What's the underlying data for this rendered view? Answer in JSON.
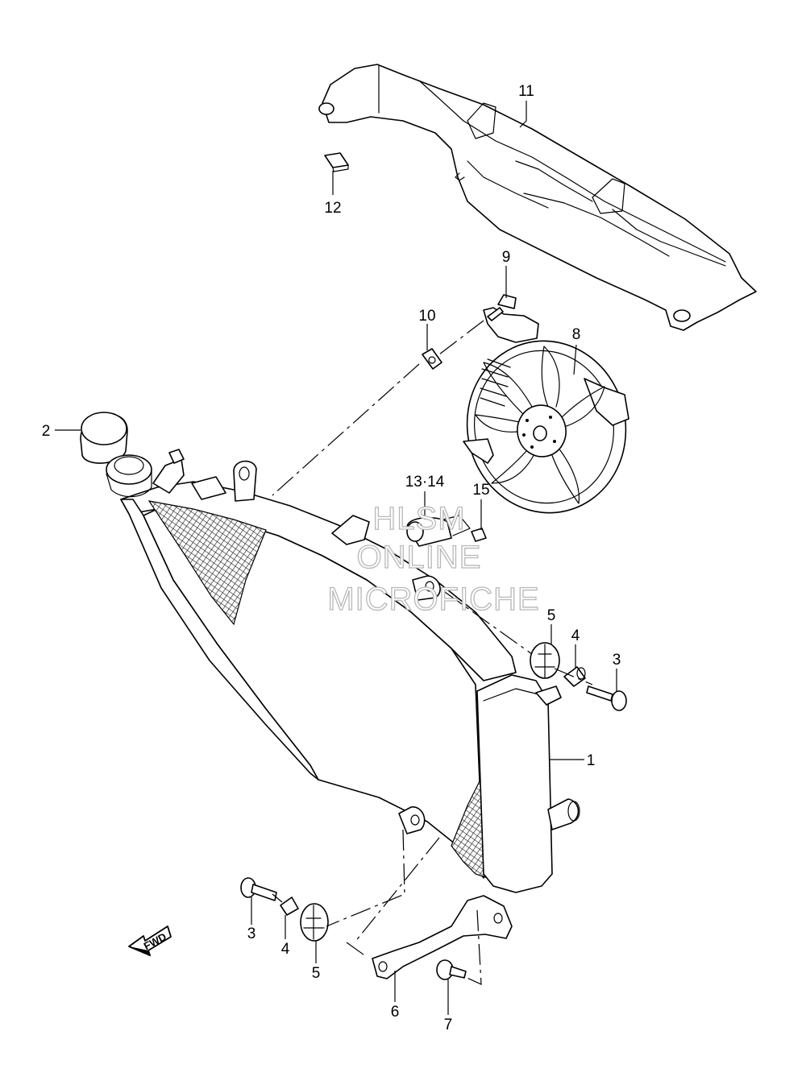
{
  "diagram": {
    "watermark": [
      "HLSM",
      "ONLINE",
      "MICROFICHE"
    ],
    "forward_indicator": "FWD",
    "callouts": [
      {
        "id": "11",
        "text": "11"
      },
      {
        "id": "12",
        "text": "12"
      },
      {
        "id": "9",
        "text": "9"
      },
      {
        "id": "10",
        "text": "10"
      },
      {
        "id": "8",
        "text": "8"
      },
      {
        "id": "2",
        "text": "2"
      },
      {
        "id": "13-14",
        "text": "13·14"
      },
      {
        "id": "15",
        "text": "15"
      },
      {
        "id": "5a",
        "text": "5"
      },
      {
        "id": "4a",
        "text": "4"
      },
      {
        "id": "3a",
        "text": "3"
      },
      {
        "id": "1",
        "text": "1"
      },
      {
        "id": "3b",
        "text": "3"
      },
      {
        "id": "4b",
        "text": "4"
      },
      {
        "id": "5b",
        "text": "5"
      },
      {
        "id": "6",
        "text": "6"
      },
      {
        "id": "7",
        "text": "7"
      }
    ]
  }
}
